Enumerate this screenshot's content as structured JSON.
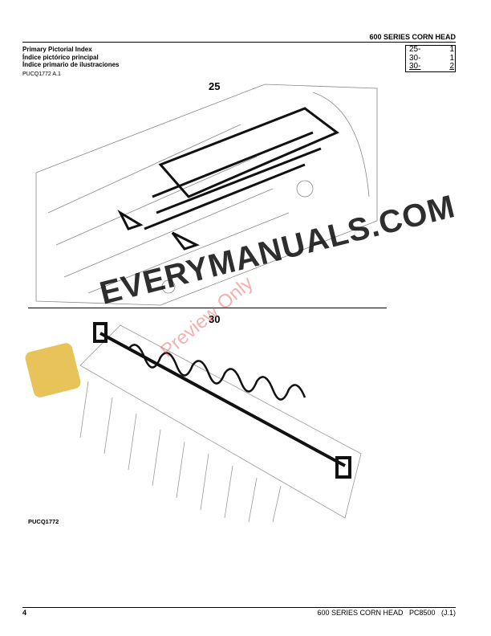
{
  "header": {
    "title": "600 SERIES CORN HEAD"
  },
  "index": {
    "titles": [
      "Primary Pictorial Index",
      "Índice pictórico principal",
      "Índice primario de ilustraciones"
    ],
    "figure_ref": "PUCQ1772 A.1",
    "entries": [
      {
        "section": "25-",
        "page": "1"
      },
      {
        "section": "30-",
        "page": "1"
      },
      {
        "section": "30-",
        "page": "2"
      }
    ]
  },
  "figures": {
    "callout_top": "25",
    "callout_bottom": "30",
    "bottom_ref": "PUCQ1772"
  },
  "watermark": {
    "text": "EVERYMANUALS.COM",
    "preview": "Preview Only"
  },
  "footer": {
    "page": "4",
    "text": "600 SERIES CORN HEAD   PC8500   (J.1)"
  }
}
